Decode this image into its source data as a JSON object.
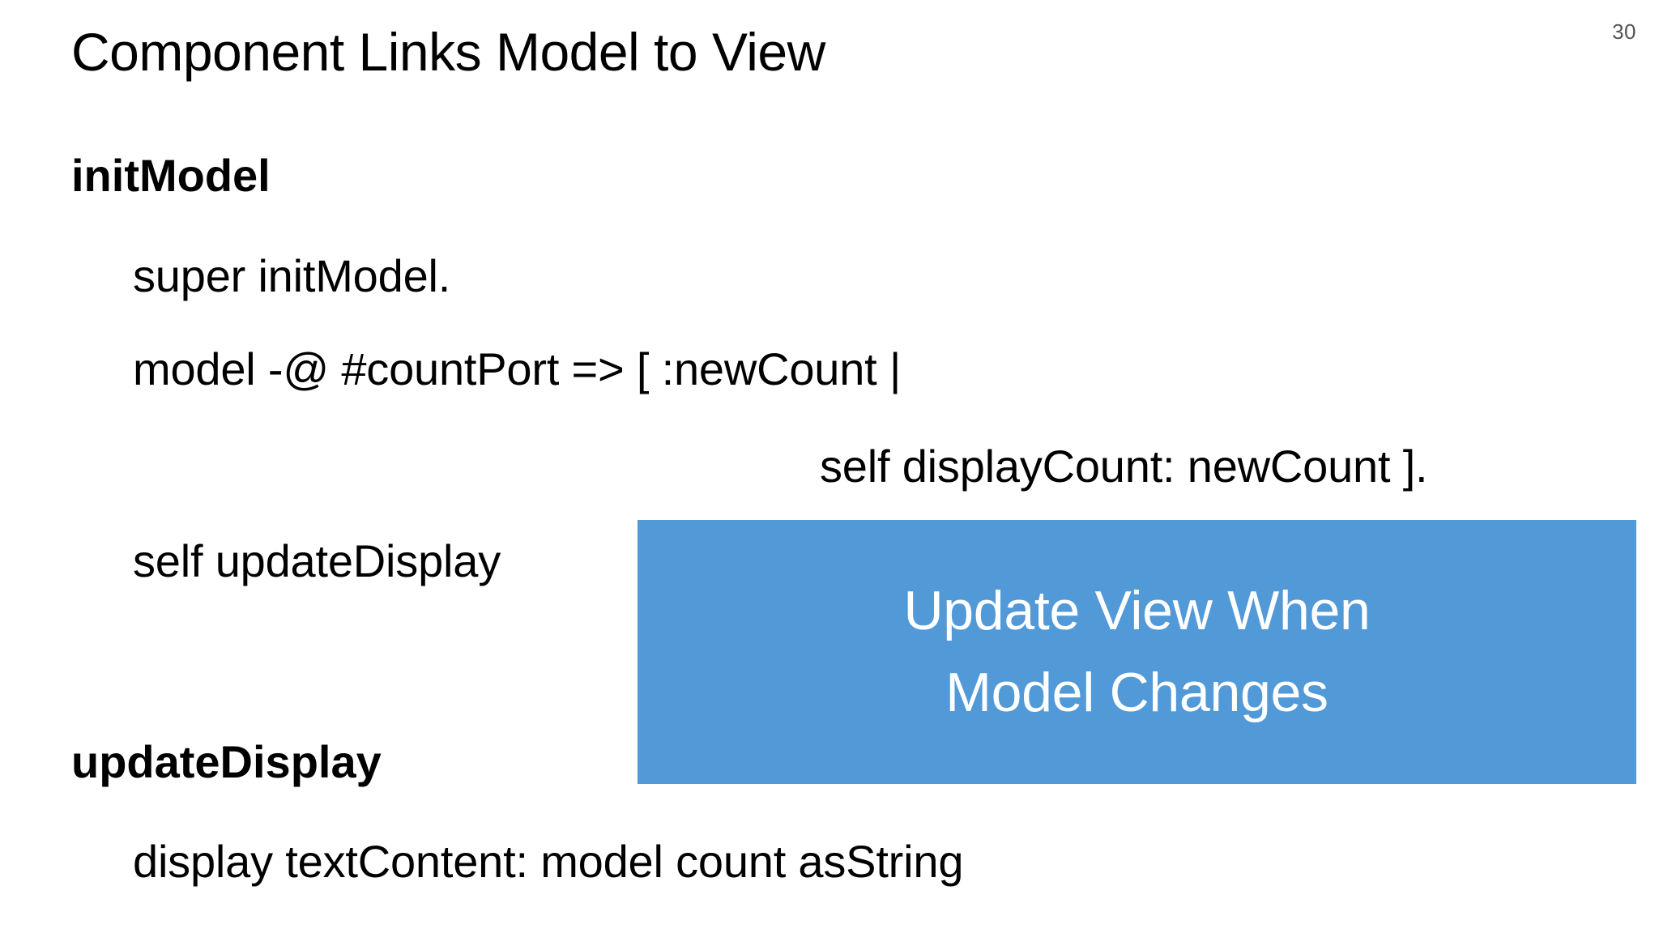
{
  "slide": {
    "title": "Component Links Model to View",
    "page_number": "30",
    "background_color": "#ffffff",
    "text_color": "#000000"
  },
  "code": {
    "lines": [
      {
        "text": "initModel",
        "bold": true,
        "indent": 0
      },
      {
        "text": "super initModel.",
        "bold": false,
        "indent": 1
      },
      {
        "text": "model -@ #countPort => [ :newCount |",
        "bold": false,
        "indent": 1
      },
      {
        "text": "self displayCount: newCount ].",
        "bold": false,
        "indent": 2
      },
      {
        "text": "self updateDisplay",
        "bold": false,
        "indent": 1
      },
      {
        "text": "updateDisplay",
        "bold": true,
        "indent": 0
      },
      {
        "text": "display textContent: model count asString",
        "bold": false,
        "indent": 1
      }
    ]
  },
  "callout": {
    "line1": "Update View When",
    "line2": "Model Changes",
    "background_color": "#5299D8",
    "text_color": "#ffffff"
  }
}
